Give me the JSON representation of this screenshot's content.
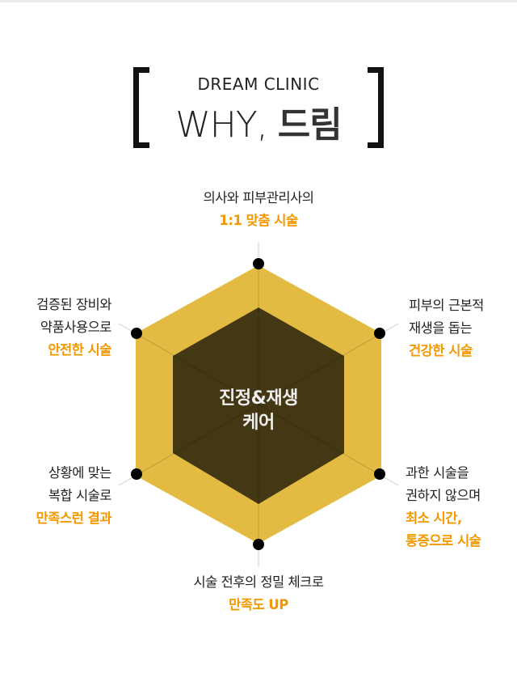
{
  "header": {
    "subtitle": "DREAM CLINIC",
    "title_en": "WHY,",
    "title_ko": "드림"
  },
  "center_label": {
    "line1": "진정&재생",
    "line2": "케어"
  },
  "colors": {
    "outer_hex": "#e3bb43",
    "inner_hex": "#433714",
    "highlight": "#f39800",
    "dot": "#000000"
  },
  "points": [
    {
      "lines": [
        "의사와 피부관리사의"
      ],
      "highlight": [
        "1:1 맞춤 시술"
      ]
    },
    {
      "lines": [
        "피부의 근본적",
        "재생을 돕는"
      ],
      "highlight": [
        "건강한 시술"
      ]
    },
    {
      "lines": [
        "과한 시술을",
        "권하지 않으며"
      ],
      "highlight": [
        "최소 시간,",
        "통증으로 시술"
      ]
    },
    {
      "lines": [
        "시술 전후의 정밀 체크로"
      ],
      "highlight": [
        "만족도 UP"
      ]
    },
    {
      "lines": [
        "상황에 맞는",
        "복합 시술로"
      ],
      "highlight": [
        "만족스런 결과"
      ]
    },
    {
      "lines": [
        "검증된 장비와",
        "약품사용으로"
      ],
      "highlight": [
        "안전한 시술"
      ]
    }
  ]
}
